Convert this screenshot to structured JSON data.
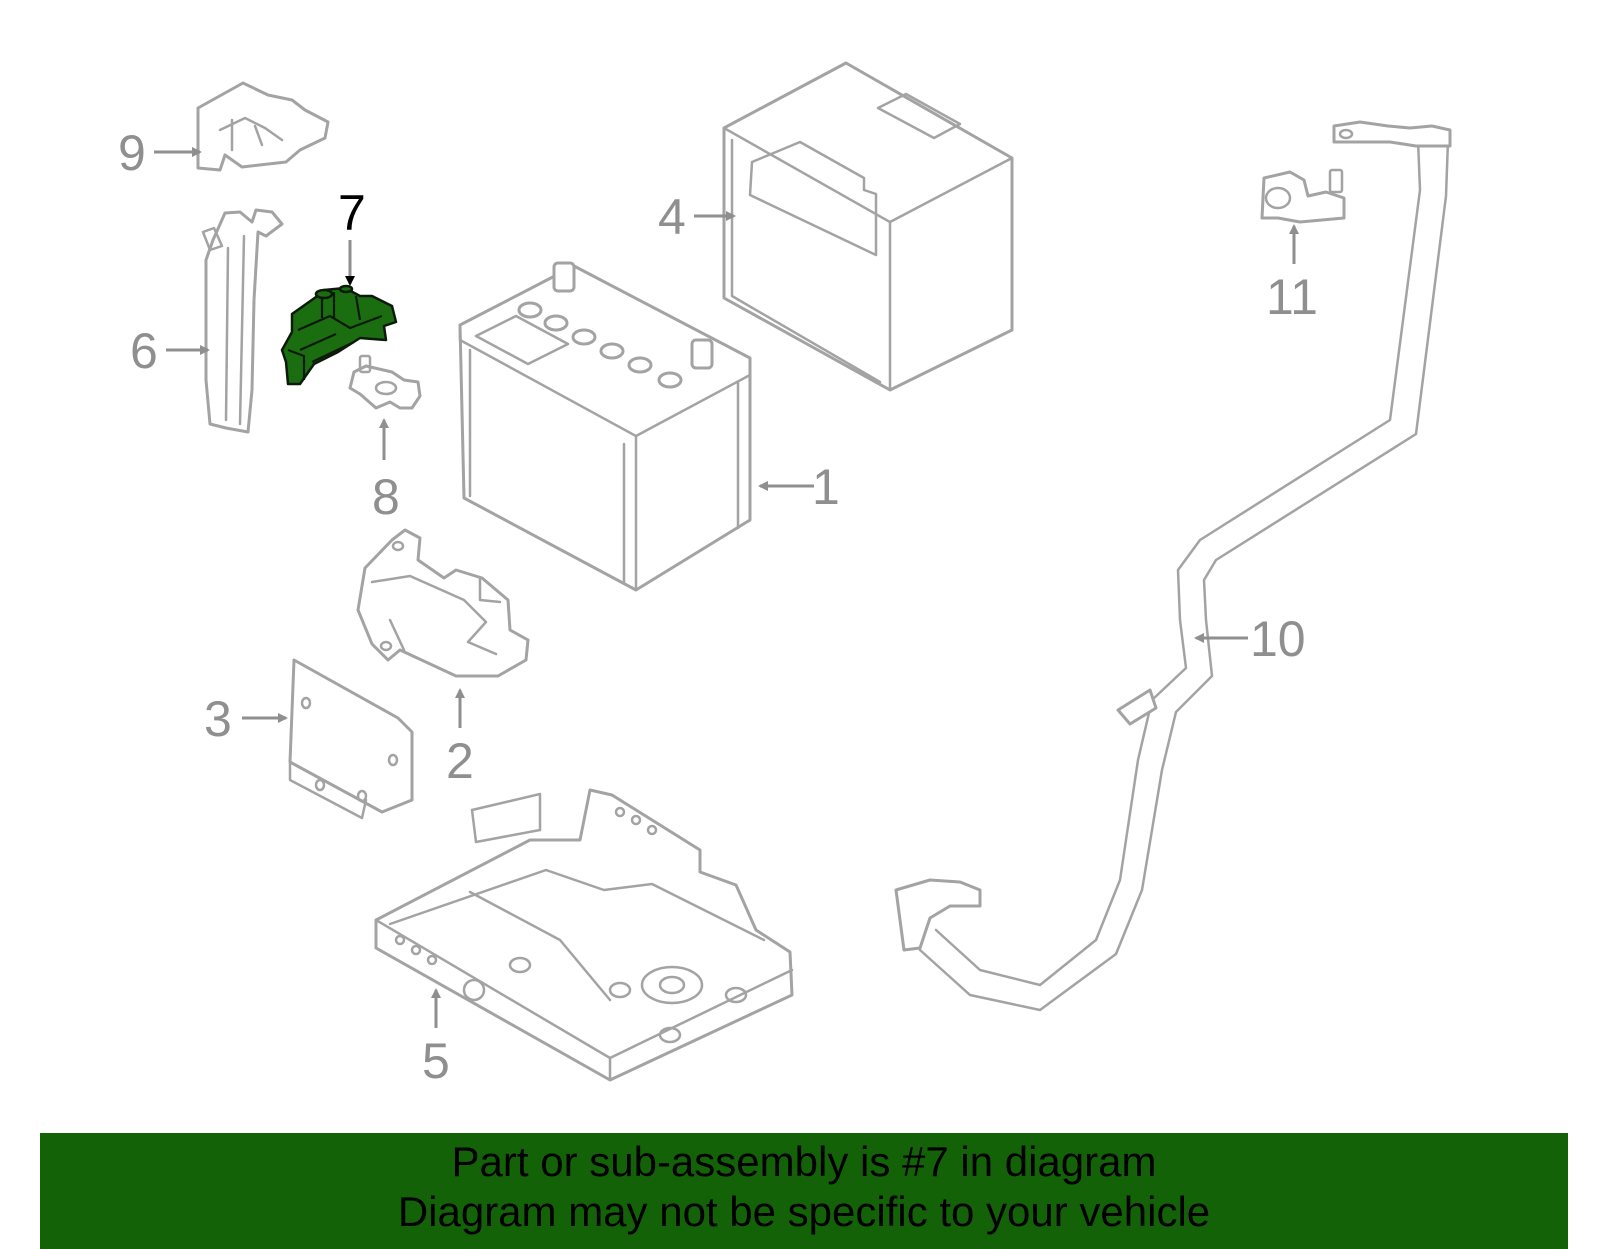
{
  "callouts": {
    "c1": "1",
    "c2": "2",
    "c3": "3",
    "c4": "4",
    "c5": "5",
    "c6": "6",
    "c7": "7",
    "c8": "8",
    "c9": "9",
    "c10": "10",
    "c11": "11"
  },
  "highlighted_part": "7",
  "colors": {
    "highlight": "#1a6e10",
    "banner": "#136208",
    "line_art": "#a3a3a3"
  },
  "banner": {
    "line1": "Part or sub-assembly is #7 in diagram",
    "line2": "Diagram may not be specific to your vehicle"
  }
}
